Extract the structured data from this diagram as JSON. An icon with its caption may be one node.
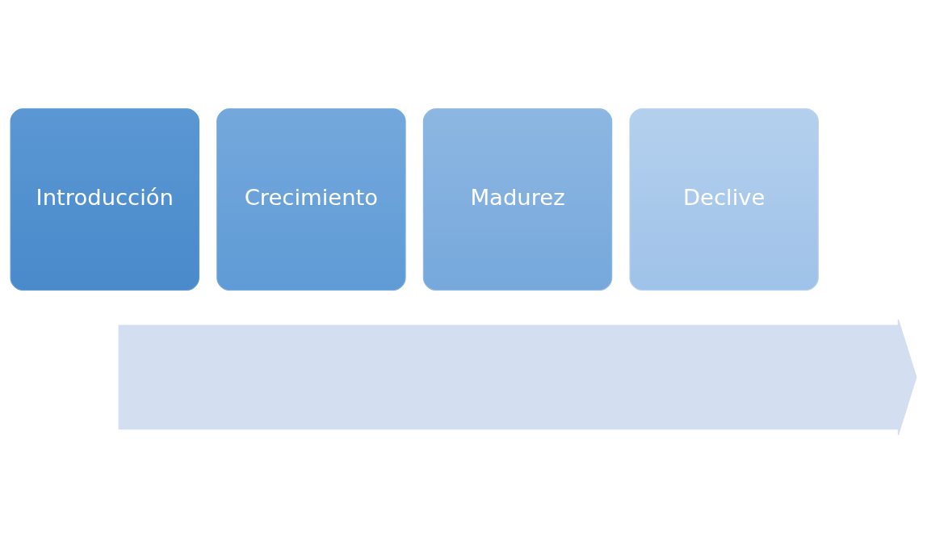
{
  "diagram": {
    "nodes": [
      {
        "text": [],
        "shape": "arrow"
      },
      {
        "text": [
          "Introducción"
        ]
      },
      {
        "text": [
          "Crecimiento"
        ]
      },
      {
        "text": [
          "Madurez"
        ]
      },
      {
        "text": [
          "Declive"
        ]
      }
    ],
    "edges": []
  }
}
